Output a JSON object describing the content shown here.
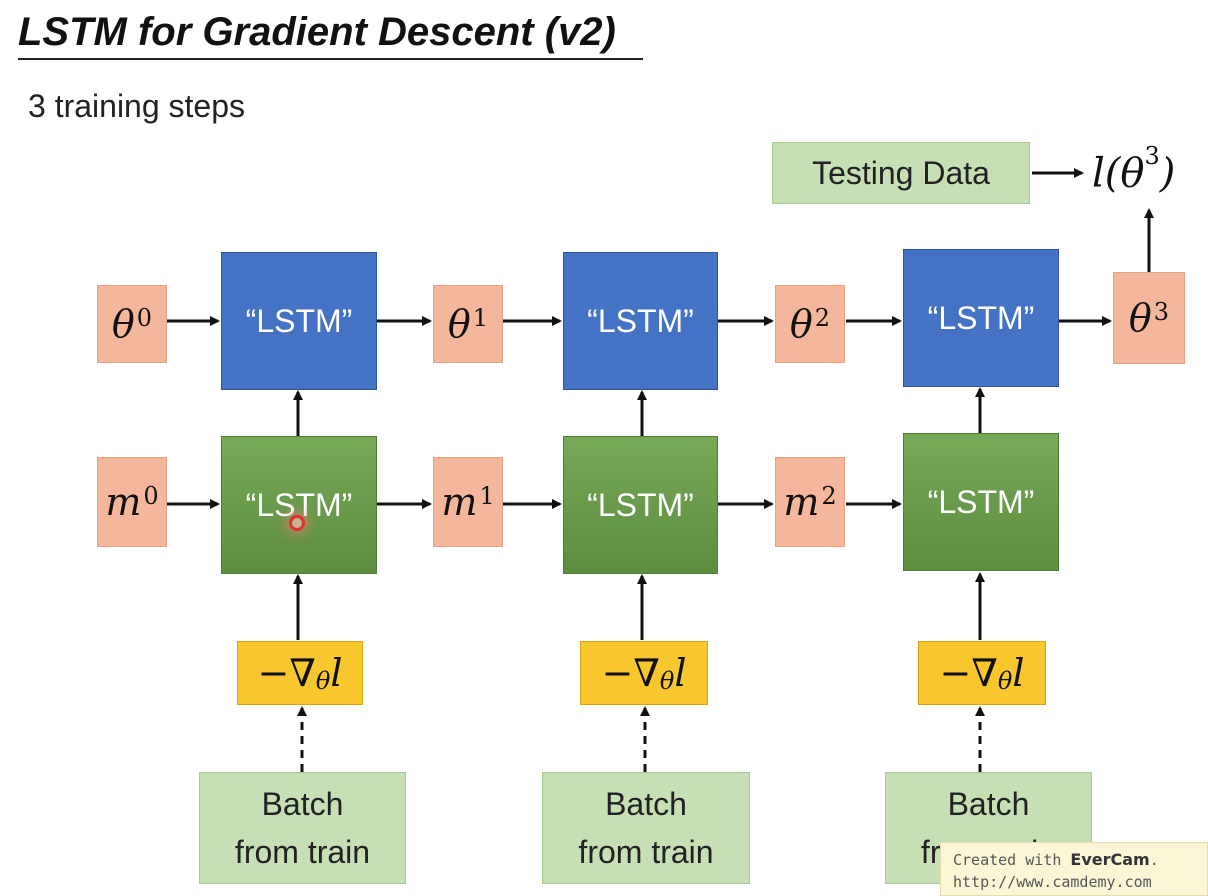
{
  "slide": {
    "title": "LSTM for Gradient Descent (v2)",
    "subtitle": "3 training steps"
  },
  "nodes": {
    "theta": [
      "θ",
      "θ",
      "θ",
      "θ"
    ],
    "theta_sup": [
      "0",
      "1",
      "2",
      "3"
    ],
    "m": [
      "m",
      "m",
      "m"
    ],
    "m_sup": [
      "0",
      "1",
      "2"
    ],
    "lstm_label": "“LSTM”",
    "grad_main": "−∇",
    "grad_sub": "θ",
    "grad_end": "l",
    "batch_line1": "Batch",
    "batch_line2": "from train",
    "testing_data": "Testing Data",
    "loss_main": "l(θ",
    "loss_sup": "3",
    "loss_end": ")"
  },
  "watermark": {
    "prefix": "Created with ",
    "brand": "EverCam",
    "suffix": ".",
    "url": "http://www.camdemy.com"
  }
}
